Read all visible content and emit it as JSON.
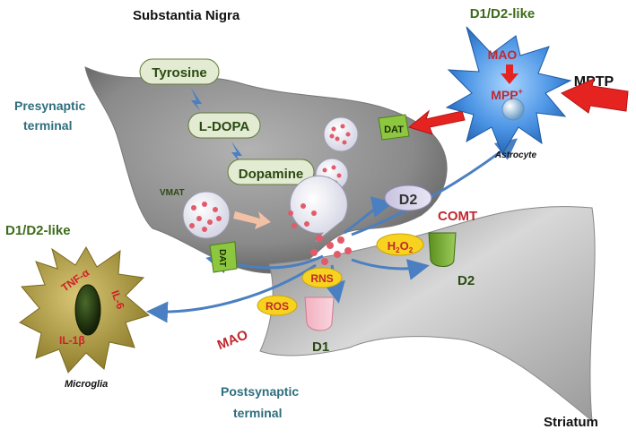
{
  "regions": {
    "substantia_nigra": "Substantia Nigra",
    "striatum": "Striatum",
    "presynaptic_line1": "Presynaptic",
    "presynaptic_line2": "terminal",
    "postsynaptic_line1": "Postsynaptic",
    "postsynaptic_line2": "terminal"
  },
  "pathway": {
    "tyrosine": "Tyrosine",
    "ldopa": "L-DOPA",
    "dopamine": "Dopamine",
    "vmat": "VMAT"
  },
  "receptors": {
    "dat_presyn": "DAT",
    "dat_left": "DAT",
    "d2_presyn": "D2",
    "d2_post": "D2",
    "d1_post": "D1"
  },
  "enzymes": {
    "comt": "COMT",
    "mao_left": "MAO",
    "mao_astro": "MAO"
  },
  "species": {
    "h2o2_main": "H",
    "h2o2_sub1": "2",
    "h2o2_mid": "O",
    "h2o2_sub2": "2",
    "ros": "ROS",
    "rns": "RNS",
    "mpp_main": "MPP",
    "mpp_sup": "+",
    "mptp": "MPTP"
  },
  "astrocyte": {
    "title": "D1/D2-like",
    "label": "Astrocyte"
  },
  "microglia": {
    "title": "D1/D2-like",
    "label": "Microglia",
    "tnf": "TNF-α",
    "il6": "IL-6",
    "il1": "IL-1β"
  },
  "colors": {
    "title_text": "#111111",
    "region_label": "#2e6e7e",
    "astro_title": "#3d6b1a",
    "pathway_text": "#2a4a12",
    "pathway_fill": "#e3ecd2",
    "mao_red": "#c0282f",
    "astro_blue": "#3a82d6",
    "microglia_fill": "#b5a24a",
    "arrow_blue": "#4a7fc1",
    "vesicle_red": "#e35a6a",
    "dat_green": "#8dc63f",
    "oxidant_yellow": "#f7d21e"
  },
  "icons": [
    "down-arrow-icon",
    "red-arrow-icon",
    "blue-curved-arrow-icon",
    "vesicle-icon"
  ]
}
